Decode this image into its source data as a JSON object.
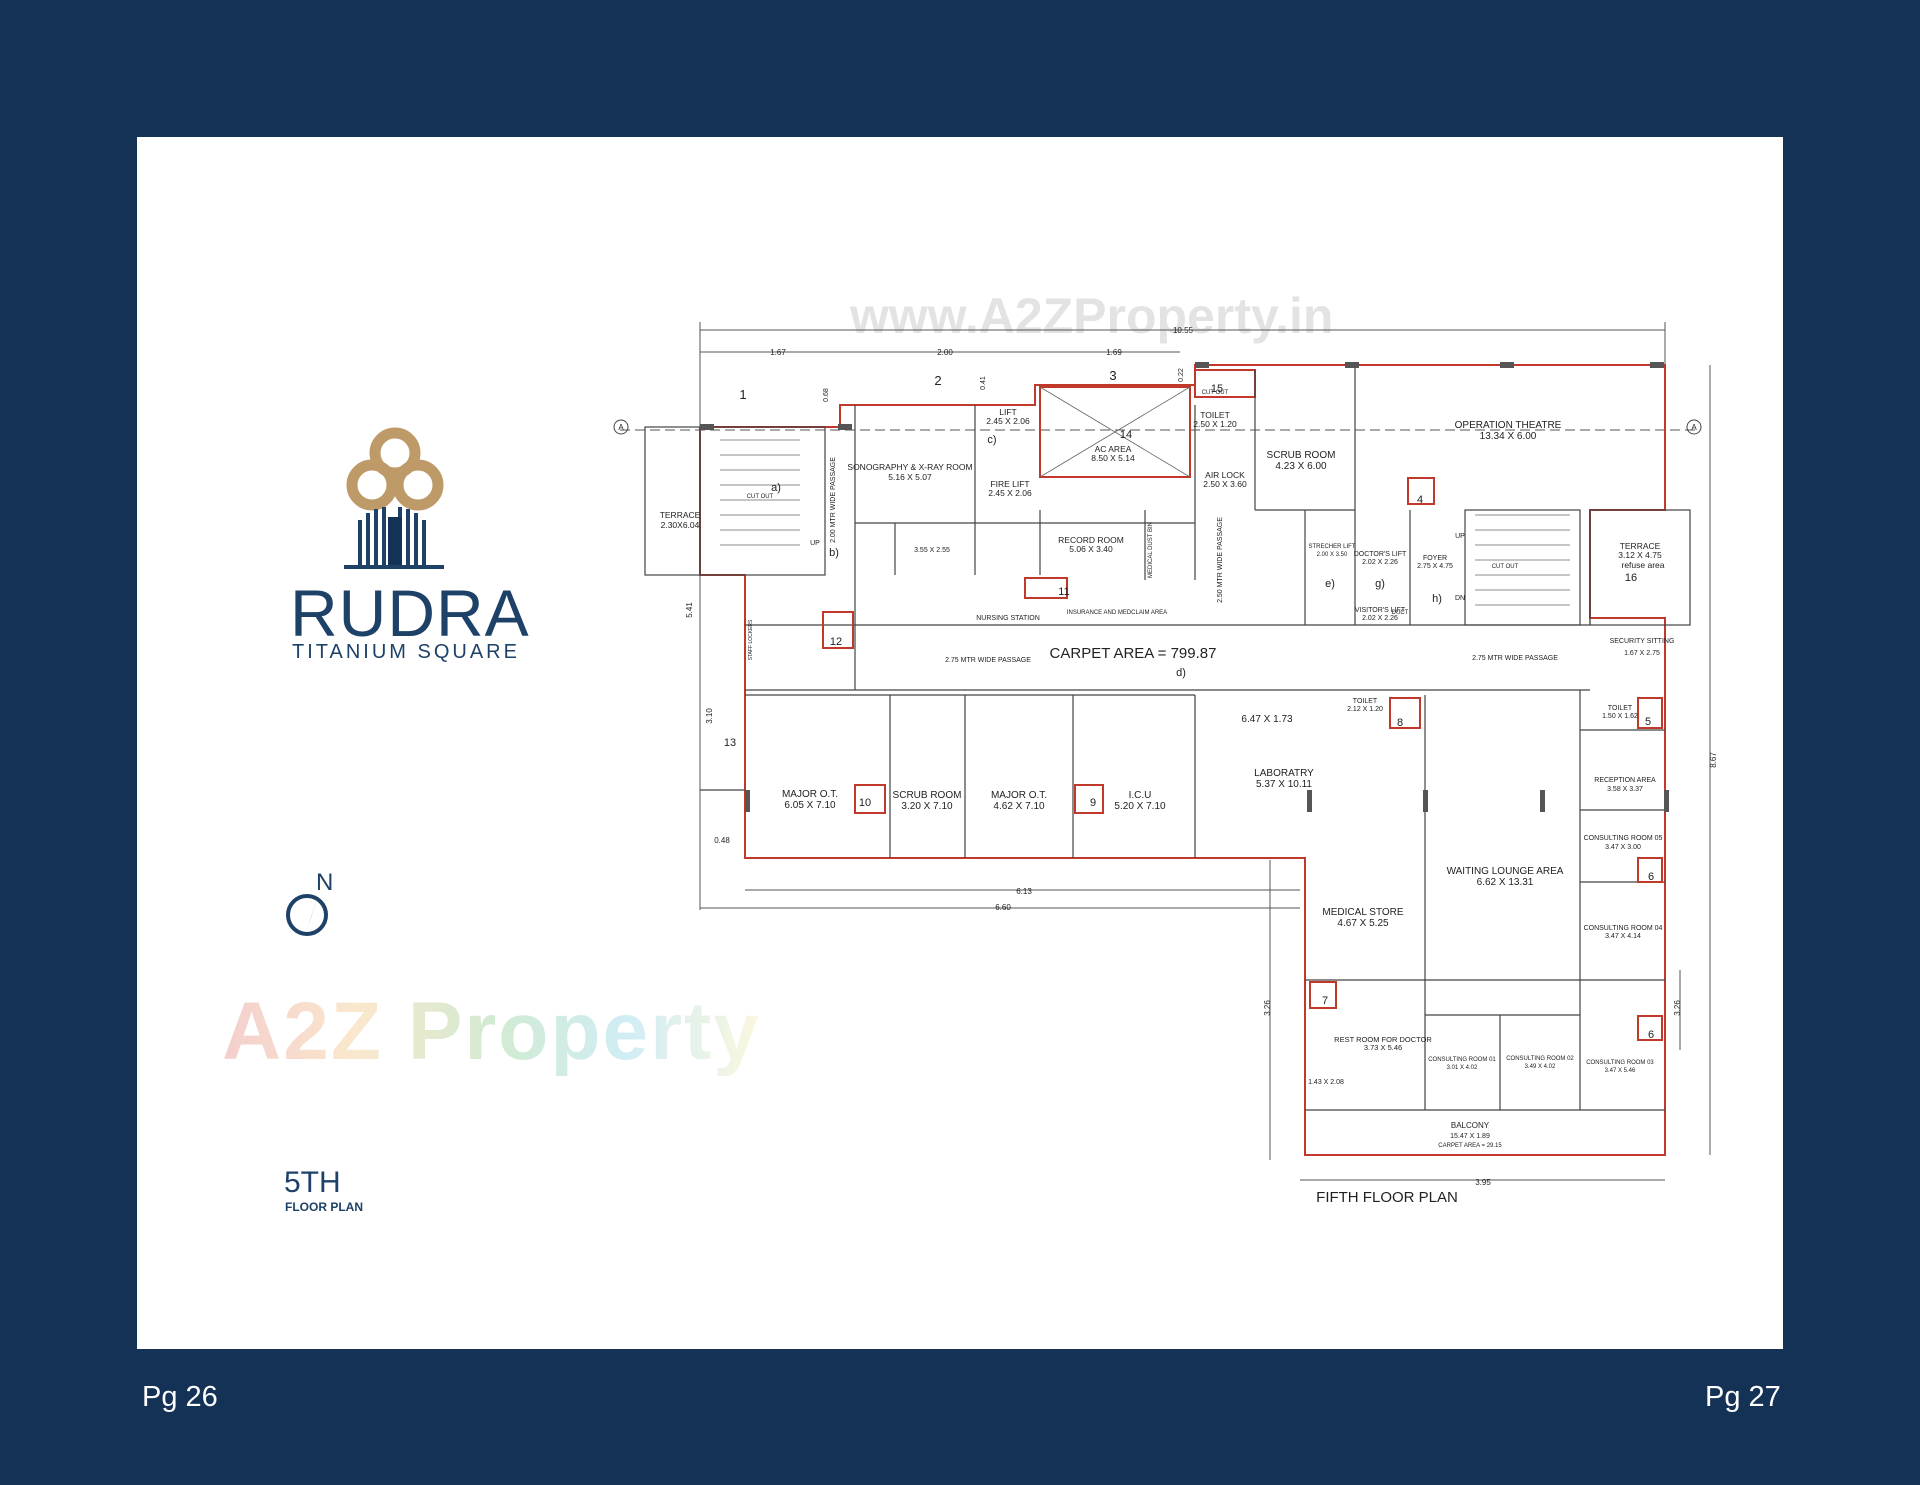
{
  "brand": {
    "name": "RUDRA",
    "subtitle": "TITANIUM SQUARE",
    "colors": {
      "navy": "#133256",
      "gold": "#bd9a67",
      "brand_text": "#1d4167",
      "wall_red": "#c0392b"
    }
  },
  "floor": {
    "number": "5TH",
    "label": "FLOOR PLAN"
  },
  "compass": {
    "icon": "north-arrow-icon",
    "label": "N"
  },
  "watermark": {
    "top": "www.A2ZProperty.in",
    "big": "A2Z Property"
  },
  "pages": {
    "left": "Pg 26",
    "right": "Pg 27"
  },
  "plan": {
    "title": "FIFTH FLOOR PLAN",
    "carpet_area": "CARPET AREA = 799.87",
    "grid_marker": "A",
    "rooms": [
      {
        "name": "TERRACE",
        "size": "2.30X6.04"
      },
      {
        "name": "SONOGRAPHY & X-RAY ROOM",
        "size": "5.16 X 5.07"
      },
      {
        "name": "LIFT",
        "size": "2.45 X 2.06"
      },
      {
        "name": "FIRE LIFT",
        "size": "2.45 X 2.06"
      },
      {
        "name": "AC AREA",
        "size": "8.50 X 5.14"
      },
      {
        "name": "TOILET",
        "size": "2.50 X 1.20"
      },
      {
        "name": "AIR LOCK",
        "size": "2.50 X 3.60"
      },
      {
        "name": "SCRUB ROOM",
        "size": "4.23 X 6.00"
      },
      {
        "name": "OPERATION THEATRE",
        "size": "13.34 X 6.00"
      },
      {
        "name": "RECORD ROOM",
        "size": "5.06 X 3.40"
      },
      {
        "name": "",
        "size": "3.55 X 2.55"
      },
      {
        "name": "NURSING STATION",
        "size": ""
      },
      {
        "name": "INSURANCE AND MEDCLAIM AREA",
        "size": ""
      },
      {
        "name": "MEDICAL DUST BIN",
        "size": ""
      },
      {
        "name": "STRECHER LIFT",
        "size": "2.00 X 3.50"
      },
      {
        "name": "DOCTOR'S LIFT",
        "size": "2.02 X 2.26"
      },
      {
        "name": "VISITOR'S LIFT",
        "size": "2.02 X 2.26"
      },
      {
        "name": "FOYER",
        "size": "2.75 X 4.75"
      },
      {
        "name": "TERRACE",
        "size": "3.12 X 4.75"
      },
      {
        "name": "SECURITY SITTING",
        "size": "1.67 X 2.75"
      },
      {
        "name": "TOILET",
        "size": "2.12 X 1.20"
      },
      {
        "name": "TOILET",
        "size": "1.50 X 1.62"
      },
      {
        "name": "",
        "size": "6.47 X 1.73"
      },
      {
        "name": "MAJOR O.T.",
        "size": "6.05 X 7.10"
      },
      {
        "name": "SCRUB ROOM",
        "size": "3.20 X 7.10"
      },
      {
        "name": "MAJOR O.T.",
        "size": "4.62 X 7.10"
      },
      {
        "name": "I.C.U",
        "size": "5.20 X 7.10"
      },
      {
        "name": "LABORATRY",
        "size": "5.37 X 10.11"
      },
      {
        "name": "RECEPTION AREA",
        "size": "3.58 X 3.37"
      },
      {
        "name": "CONSULTING ROOM 05",
        "size": "3.47 X 3.00"
      },
      {
        "name": "WAITING LOUNGE AREA",
        "size": "6.62 X 13.31"
      },
      {
        "name": "MEDICAL STORE",
        "size": "4.67 X 5.25"
      },
      {
        "name": "CONSULTING ROOM 04",
        "size": "3.47 X 4.14"
      },
      {
        "name": "REST ROOM FOR DOCTOR",
        "size": "3.73 X 5.46"
      },
      {
        "name": "CONSULTING ROOM 01",
        "size": "3.01 X 4.02"
      },
      {
        "name": "CONSULTING ROOM 02",
        "size": "3.49 X 4.02"
      },
      {
        "name": "CONSULTING ROOM 03",
        "size": "3.47 X 5.46"
      },
      {
        "name": "BALCONY",
        "size": "15.47 X 1.89"
      }
    ],
    "balcony_carpet": "CARPET AREA = 29.15",
    "passages": [
      "2.75 MTR WIDE PASSAGE",
      "2.75 MTR WIDE PASSAGE",
      "2.00 MTR WIDE PASSAGE",
      "2.50 MTR WIDE PASSAGE"
    ],
    "dimensions": [
      "10.55",
      "1.67",
      "2.00",
      "1.69",
      "0.68",
      "0.41",
      "0.22",
      "5.41",
      "3.10",
      "0.48",
      "6.13",
      "6.60",
      "8.67",
      "3.26",
      "3.26",
      "3.95",
      "1.43 X 2.08"
    ],
    "markers": [
      "1",
      "2",
      "3",
      "4",
      "5",
      "6",
      "6",
      "7",
      "8",
      "9",
      "10",
      "11",
      "12",
      "13",
      "14",
      "15",
      "16"
    ],
    "letters": [
      "a)",
      "b)",
      "c)",
      "d)",
      "e)",
      "g)",
      "h)"
    ],
    "labels": {
      "cut_out": "CUT OUT",
      "up": "UP",
      "dn": "DN",
      "duct": "DUCT",
      "staff_lockers": "STAFF LOCKERS",
      "refuse_area": "refuse area"
    }
  }
}
